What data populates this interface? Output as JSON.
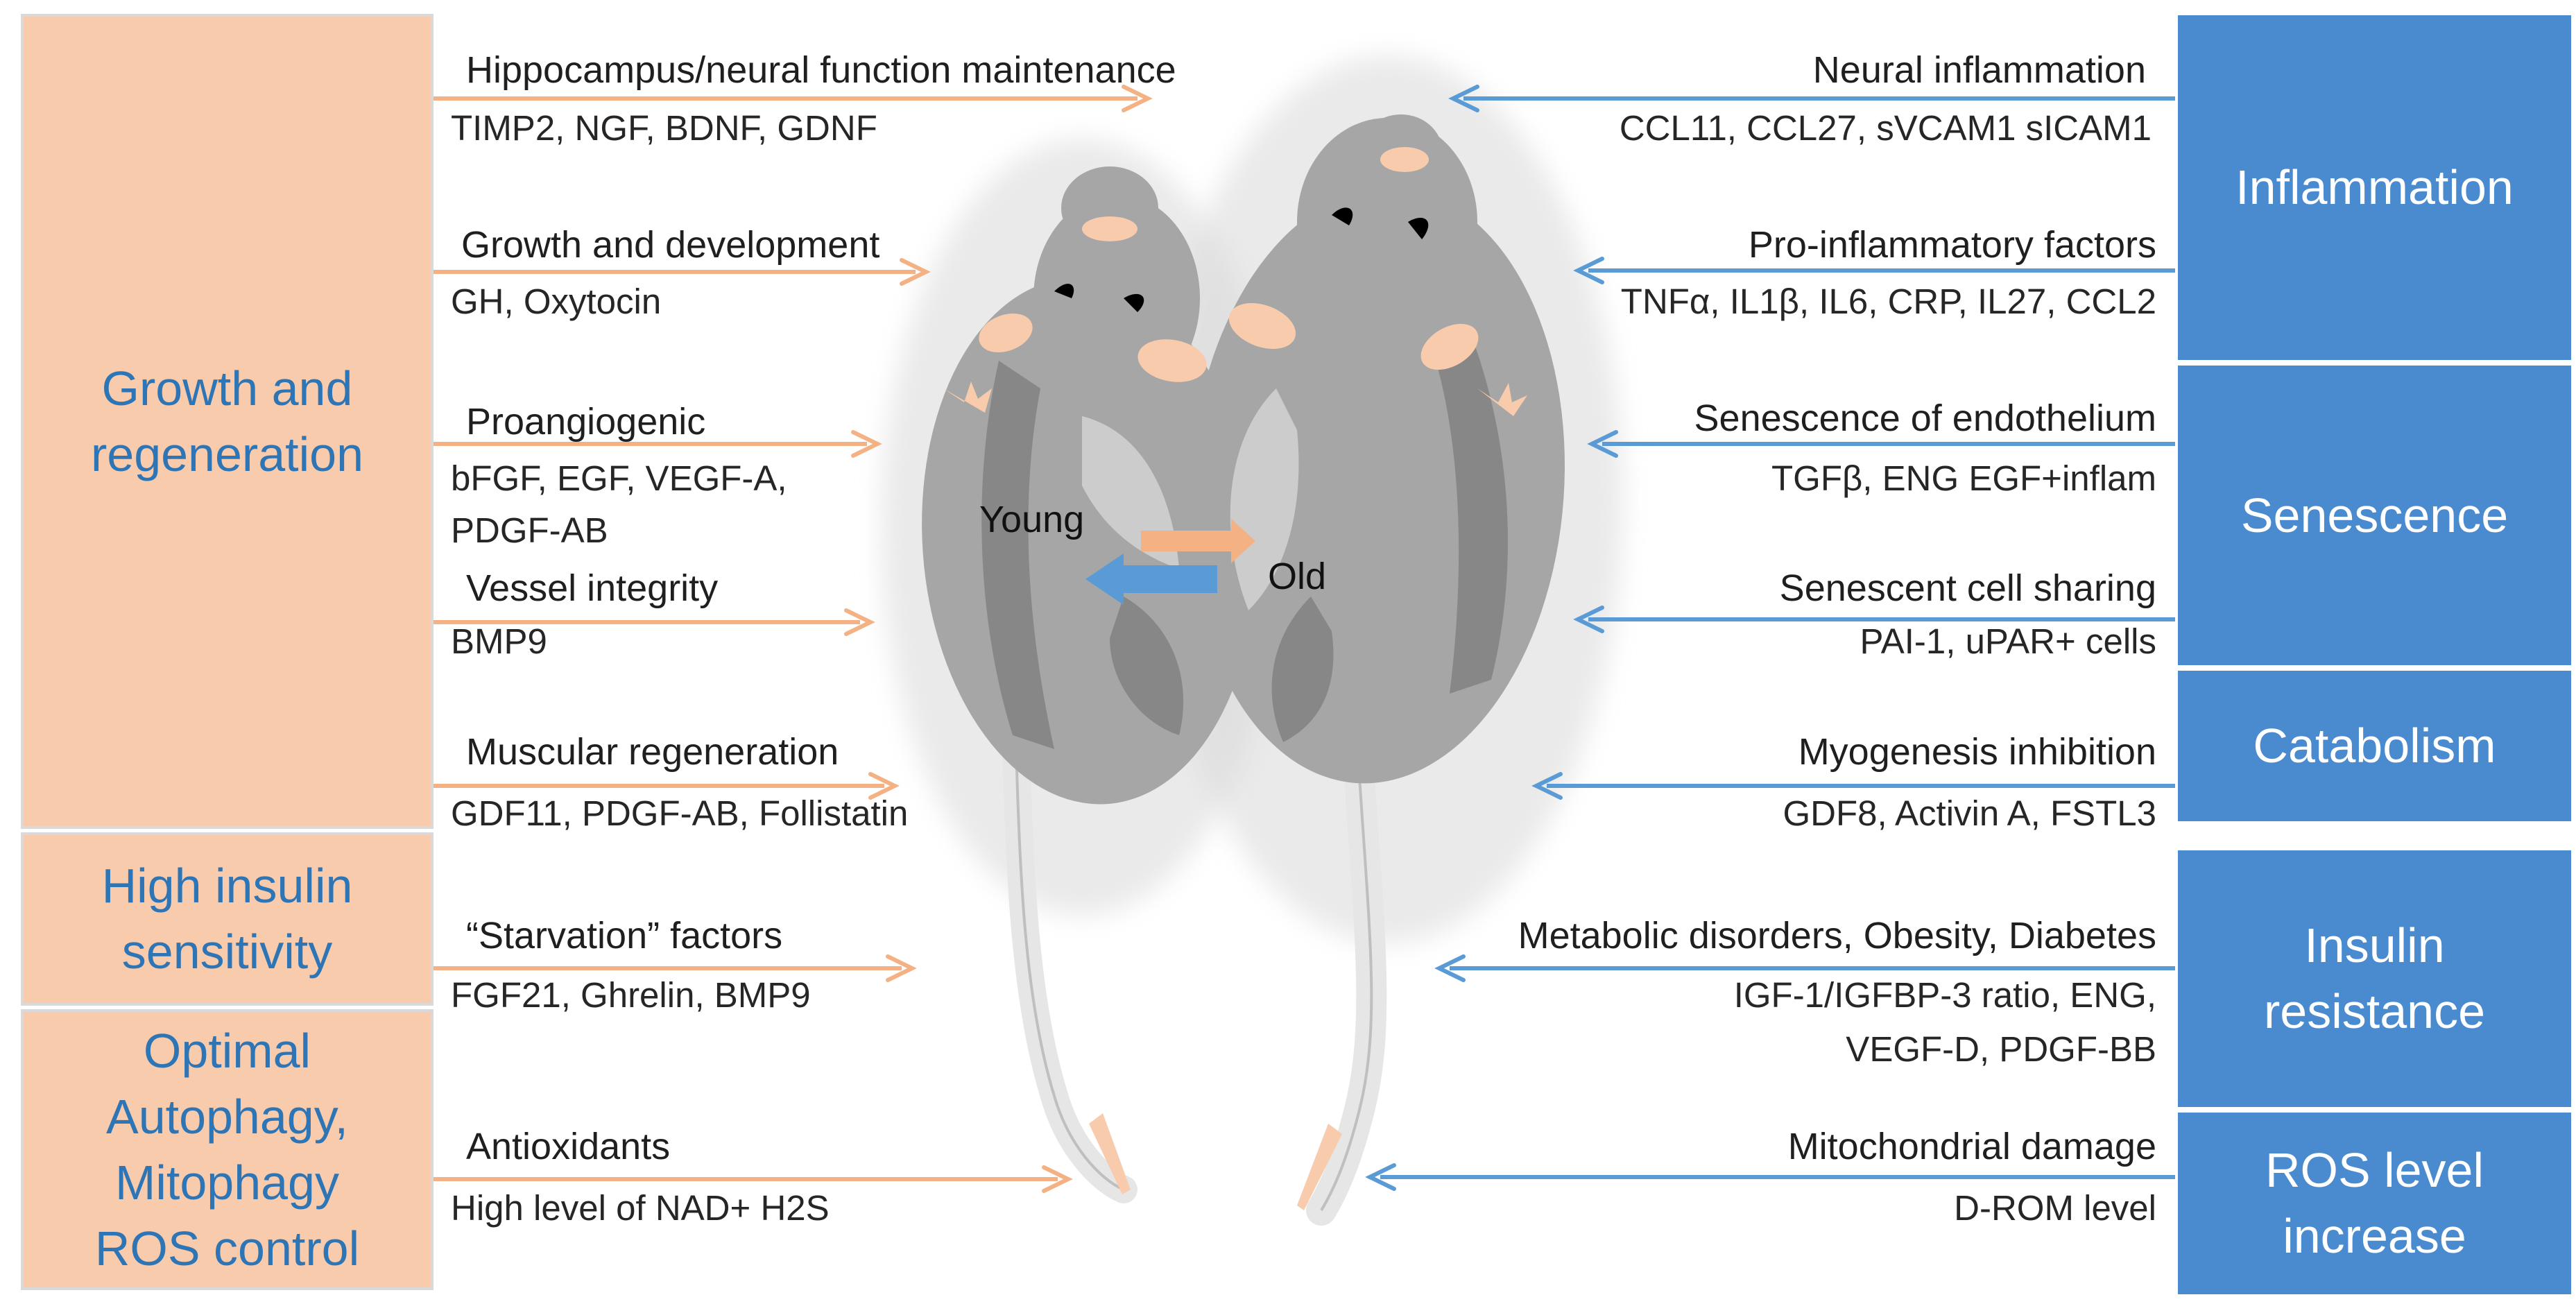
{
  "left_categories": [
    {
      "label": "Growth and regeneration",
      "lines": [
        "Growth and",
        "regeneration"
      ]
    },
    {
      "label": "High insulin sensitivity",
      "lines": [
        "High insulin",
        "sensitivity"
      ]
    },
    {
      "label": "Optimal Autophagy, Mitophagy ROS control",
      "lines": [
        "Optimal",
        "Autophagy,",
        "Mitophagy",
        "ROS control"
      ]
    }
  ],
  "right_categories": [
    {
      "label": "Inflammation",
      "lines": [
        "Inflammation"
      ]
    },
    {
      "label": "Senescence",
      "lines": [
        "Senescence"
      ]
    },
    {
      "label": "Catabolism",
      "lines": [
        "Catabolism"
      ]
    },
    {
      "label": "Insulin resistance",
      "lines": [
        "Insulin",
        "resistance"
      ]
    },
    {
      "label": "ROS level increase",
      "lines": [
        "ROS level",
        "increase"
      ]
    }
  ],
  "left_factors": [
    {
      "heading": "Hippocampus/neural function maintenance",
      "details": [
        "TIMP2, NGF,  BDNF,  GDNF"
      ]
    },
    {
      "heading": "Growth and development",
      "details": [
        "GH, Oxytocin"
      ]
    },
    {
      "heading": "Proangiogenic",
      "details": [
        "bFGF, EGF, VEGF-A,",
        "PDGF-AB"
      ]
    },
    {
      "heading": "Vessel integrity",
      "details": [
        "BMP9"
      ]
    },
    {
      "heading": "Muscular regeneration",
      "details": [
        "GDF11, PDGF-AB, Follistatin"
      ]
    },
    {
      "heading": "“Starvation” factors",
      "details": [
        "FGF21, Ghrelin, BMP9"
      ]
    },
    {
      "heading": "Antioxidants",
      "details": [
        "High level of NAD+ H2S"
      ]
    }
  ],
  "right_factors": [
    {
      "heading": "Neural inflammation",
      "details": [
        "CCL11, CCL27, sVCAM1 sICAM1"
      ]
    },
    {
      "heading": "Pro-inflammatory factors",
      "details": [
        "TNFα, IL1β, IL6, CRP, IL27, CCL2"
      ]
    },
    {
      "heading": "Senescence of endothelium",
      "details": [
        "TGFβ, ENG EGF+inflam"
      ]
    },
    {
      "heading": "Senescent cell sharing",
      "details": [
        "PAI-1, uPAR+ cells"
      ]
    },
    {
      "heading": "Myogenesis inhibition",
      "details": [
        "GDF8, Activin A, FSTL3"
      ]
    },
    {
      "heading": "Metabolic disorders, Obesity, Diabetes",
      "details": [
        "IGF-1/IGFBP-3 ratio, ENG,",
        "VEGF-D, PDGF-BB"
      ]
    },
    {
      "heading": "Mitochondrial damage",
      "details": [
        "D-ROM level"
      ]
    }
  ],
  "mice": {
    "young_label": "Young",
    "old_label": "Old"
  },
  "colors": {
    "left_box": "#f8cbad",
    "left_text": "#2e75b6",
    "right_box": "#4a8bd0",
    "orange_arrow": "#f4b183",
    "blue_arrow": "#5b9bd5"
  }
}
